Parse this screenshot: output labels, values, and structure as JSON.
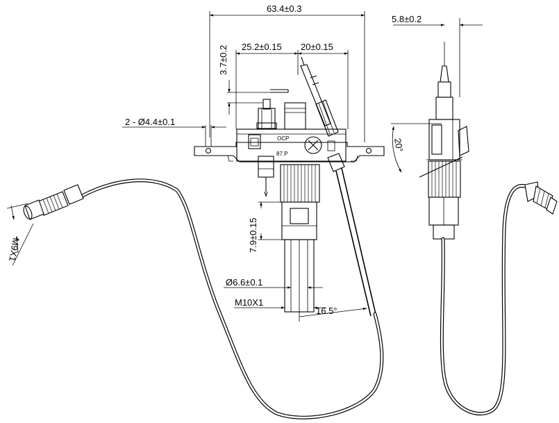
{
  "front_view": {
    "overall_width": "63.4±0.3",
    "bracket_offset": "25.2±0.15",
    "electrode_offset": "20±0.15",
    "height_offset": "3.7±0.2",
    "mount_holes": "2 - Ø4.4±0.1",
    "nut_height": "7.9±0.15",
    "inlet_diameter": "Ø6.6±0.1",
    "inlet_thread": "M10X1",
    "electrode_angle": "16.5°",
    "body_mark_1": "OCP",
    "body_mark_2": "87.P"
  },
  "side_view": {
    "width": "5.8±0.2",
    "tilt_angle": "20°"
  },
  "cable_end": {
    "thread": "M9X1"
  }
}
